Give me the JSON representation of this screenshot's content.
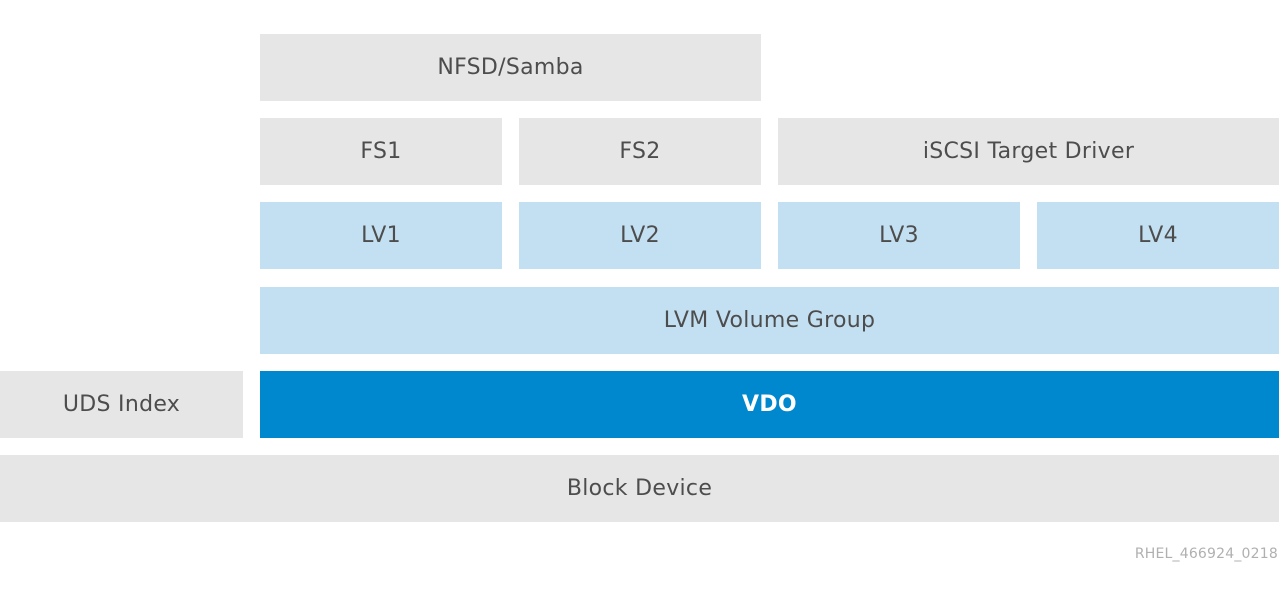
{
  "diagram": {
    "layers": {
      "nfsd_samba": "NFSD/Samba",
      "fs1": "FS1",
      "fs2": "FS2",
      "iscsi_target_driver": "iSCSI Target Driver",
      "lv1": "LV1",
      "lv2": "LV2",
      "lv3": "LV3",
      "lv4": "LV4",
      "lvm_volume_group": "LVM Volume Group",
      "uds_index": "UDS Index",
      "vdo": "VDO",
      "block_device": "Block Device"
    },
    "figure_id": "RHEL_466924_0218"
  }
}
